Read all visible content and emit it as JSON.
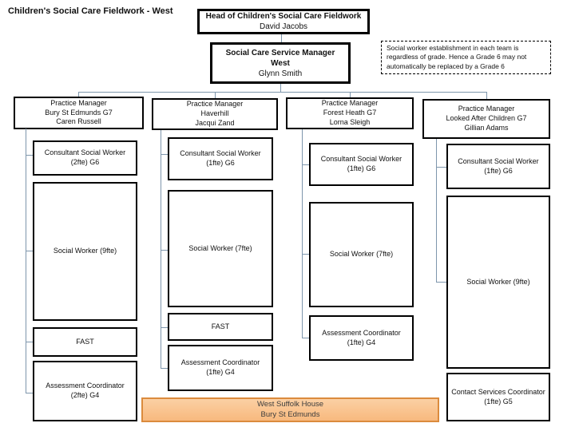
{
  "page_title": "Children's Social Care Fieldwork - West",
  "head": {
    "title": "Head of Children's Social Care Fieldwork",
    "name": "David Jacobs"
  },
  "service_manager": {
    "title": "Social Care Service Manager",
    "region": "West",
    "name": "Glynn Smith"
  },
  "note": "Social worker establishment in each team is regardless of grade.  Hence a Grade 6 may not automatically be replaced by a Grade 6",
  "columns": [
    {
      "practice_manager": {
        "role": "Practice Manager",
        "unit": "Bury St Edmunds G7",
        "name": "Caren Russell"
      },
      "children": [
        {
          "label": "Consultant Social Worker (2fte) G6"
        },
        {
          "label": "Social Worker (9fte)"
        },
        {
          "label": "FAST"
        },
        {
          "label": "Assessment Coordinator (2fte) G4"
        }
      ]
    },
    {
      "practice_manager": {
        "role": "Practice Manager",
        "unit": "Haverhill",
        "name": "Jacqui Zand"
      },
      "children": [
        {
          "label": "Consultant Social Worker (1fte) G6"
        },
        {
          "label": "Social Worker (7fte)"
        },
        {
          "label": "FAST"
        },
        {
          "label": "Assessment Coordinator (1fte) G4"
        }
      ]
    },
    {
      "practice_manager": {
        "role": "Practice Manager",
        "unit": "Forest Heath G7",
        "name": "Lorna Sleigh"
      },
      "children": [
        {
          "label": "Consultant Social Worker (1fte) G6"
        },
        {
          "label": "Social Worker (7fte)"
        },
        {
          "label": "Assessment Coordinator (1fte) G4"
        }
      ]
    },
    {
      "practice_manager": {
        "role": "Practice Manager",
        "unit": "Looked After Children G7",
        "name": "Gillian Adams"
      },
      "children": [
        {
          "label": "Consultant Social Worker (1fte) G6"
        },
        {
          "label": "Social Worker (9fte)"
        },
        {
          "label": "Contact Services Coordinator (1fte) G5"
        }
      ]
    }
  ],
  "location": {
    "line1": "West Suffolk House",
    "line2": "Bury St Edmunds"
  },
  "colors": {
    "connector": "#7e96ac",
    "box_border": "#000000",
    "location_fill": "#f9c18c",
    "location_border": "#db8b3d"
  }
}
